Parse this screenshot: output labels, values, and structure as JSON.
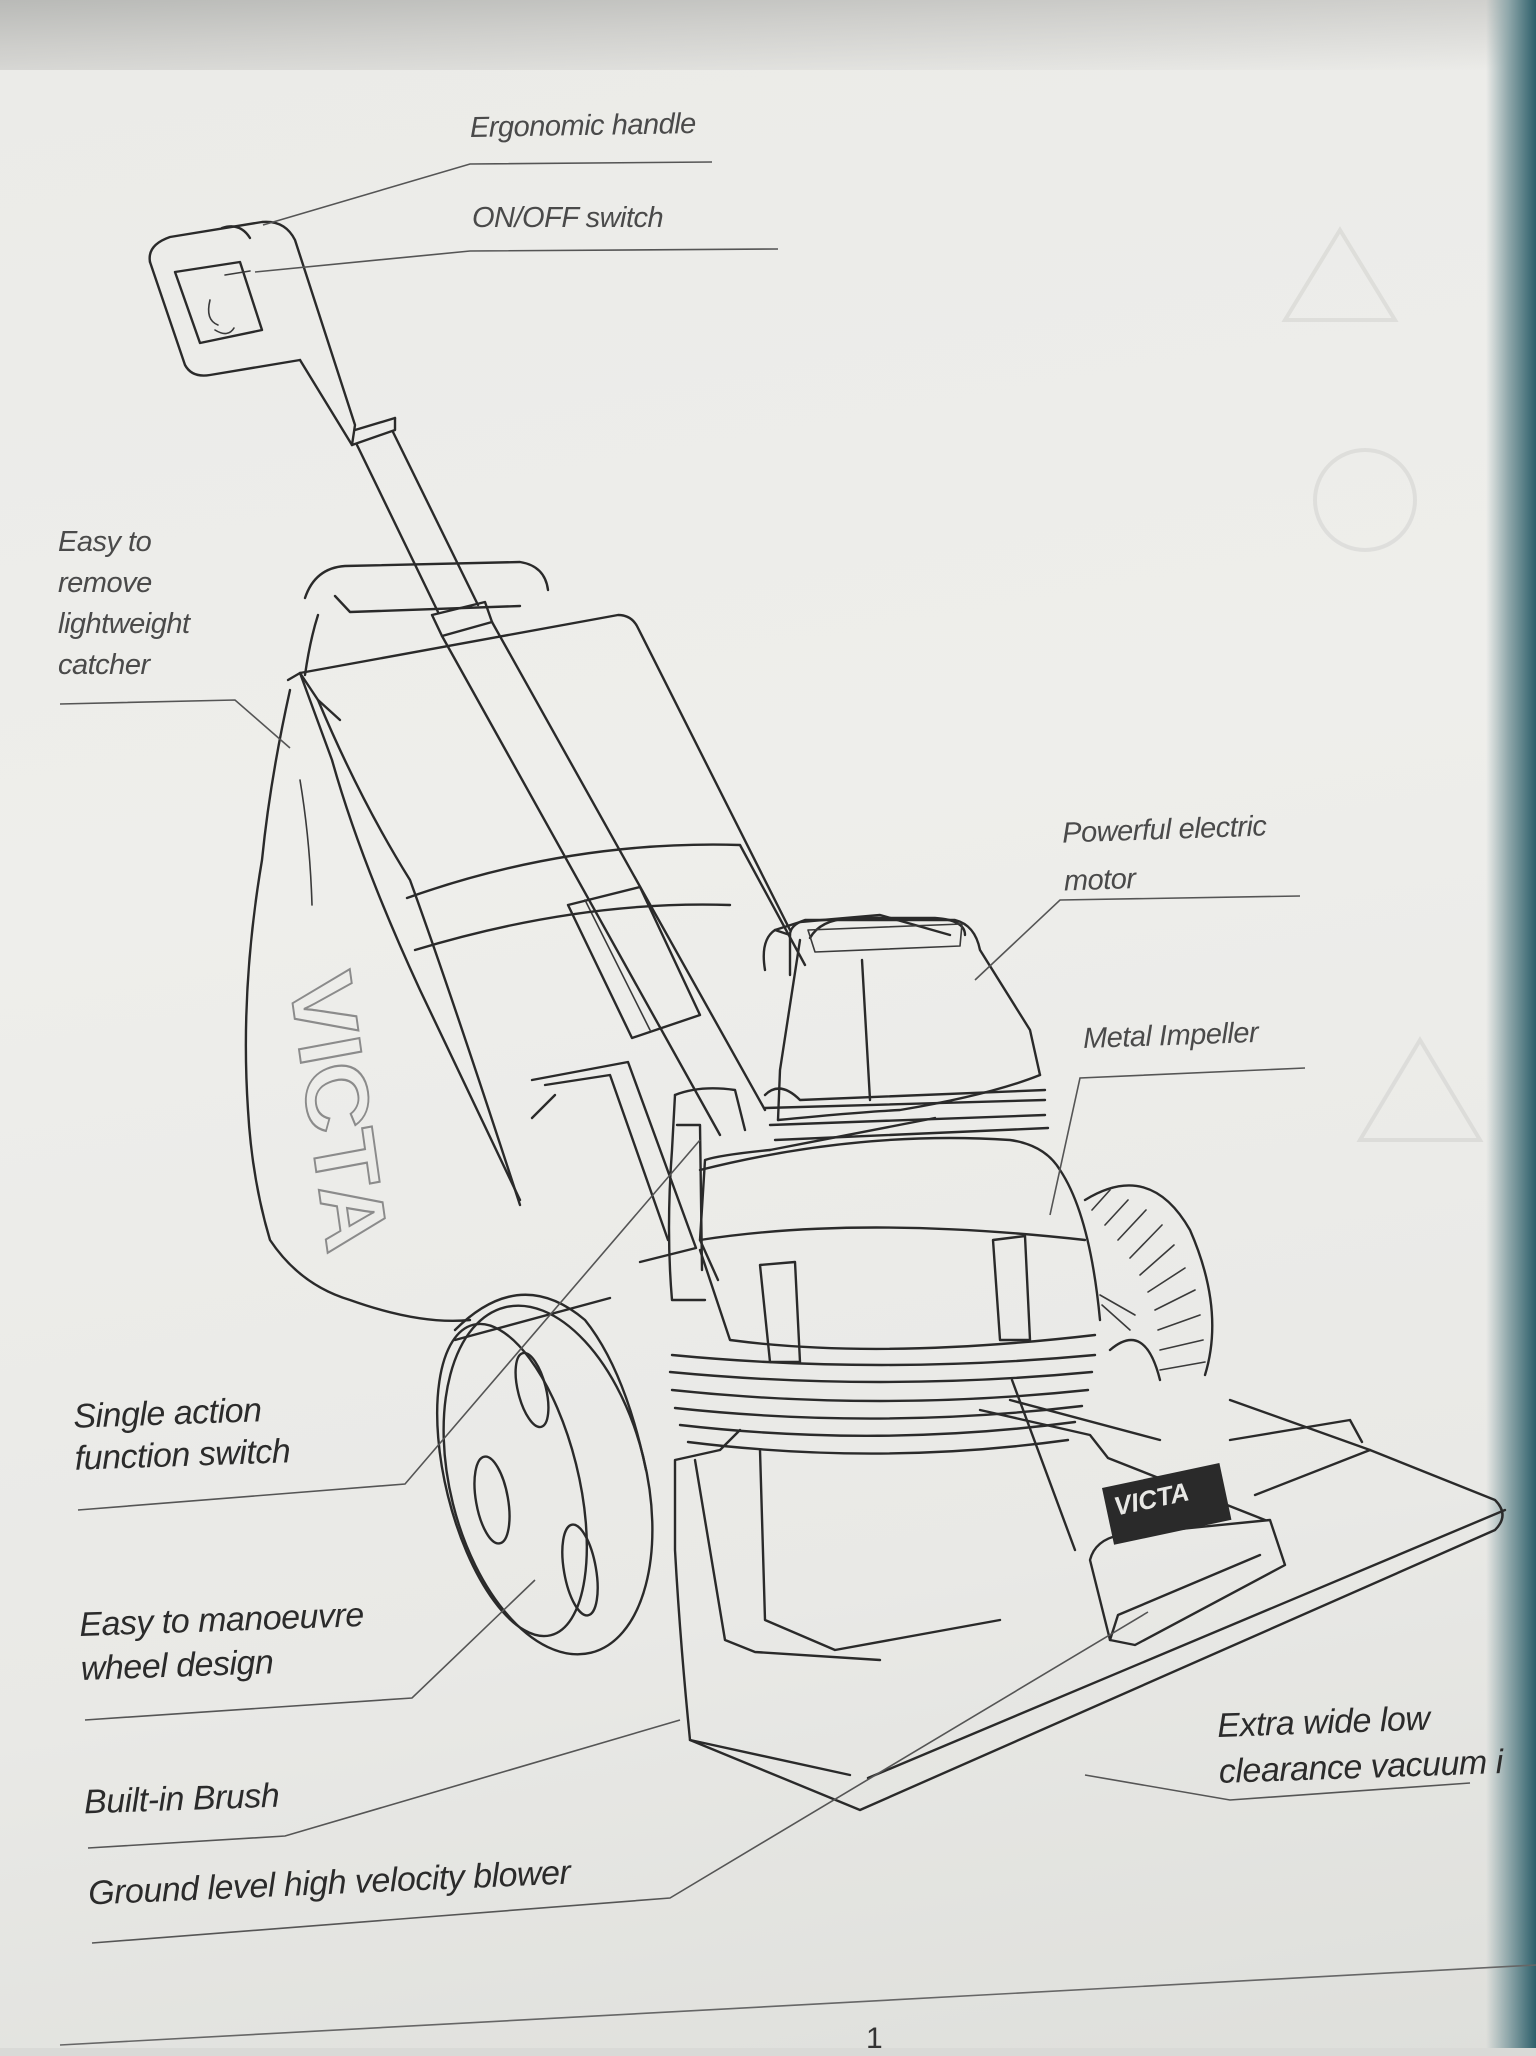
{
  "labels": {
    "ergonomic_handle": "Ergonomic handle",
    "on_off_switch": "ON/OFF switch",
    "catcher_line1": "Easy to",
    "catcher_line2": "remove",
    "catcher_line3": "lightweight",
    "catcher_line4": "catcher",
    "motor_line1": "Powerful electric",
    "motor_line2": "motor",
    "impeller": "Metal Impeller",
    "function_switch_line1": "Single action",
    "function_switch_line2": "function switch",
    "wheel_line1": "Easy to manoeuvre",
    "wheel_line2": "wheel design",
    "brush": "Built-in Brush",
    "blower": "Ground level high velocity blower",
    "vacuum_line1": "Extra wide low",
    "vacuum_line2": "clearance vacuum i"
  },
  "brand": {
    "bag_logo": "VICTA",
    "hood_logo": "VICTA"
  },
  "page_number": "1",
  "colors": {
    "paper": "#eeeeeb",
    "ink": "#2a2a2a",
    "teal_edge": "#2d5f6a"
  }
}
